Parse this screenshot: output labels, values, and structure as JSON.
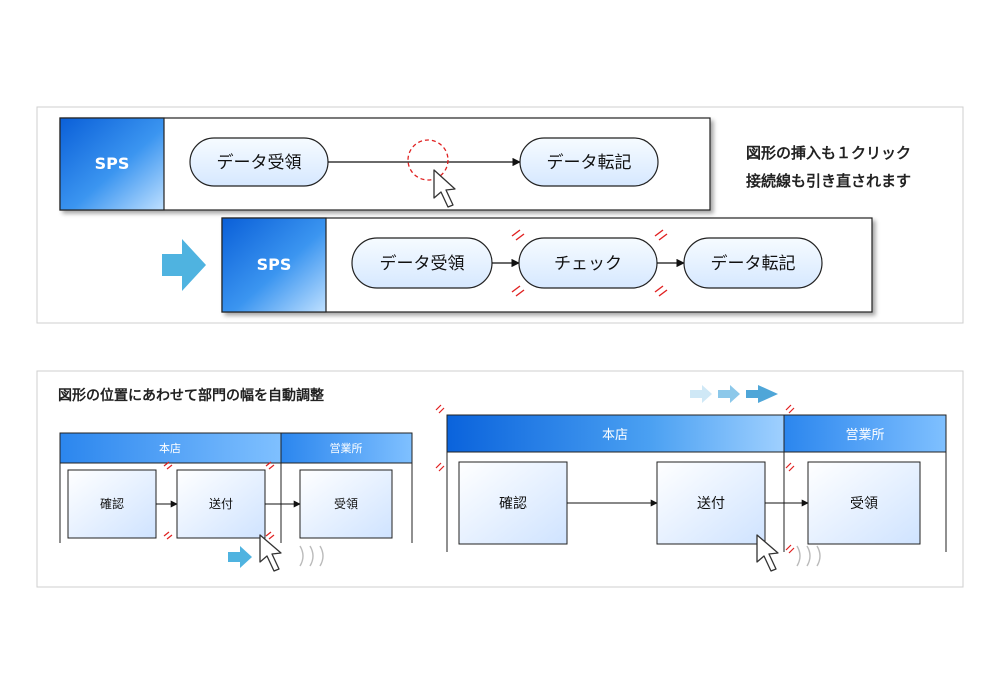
{
  "top_panel": {
    "caption_line1": "図形の挿入も１クリック",
    "caption_line2": "接続線も引き直されます",
    "before": {
      "lane_label": "SPS",
      "nodes": [
        "データ受領",
        "データ転記"
      ]
    },
    "after": {
      "lane_label": "SPS",
      "nodes": [
        "データ受領",
        "チェック",
        "データ転記"
      ]
    }
  },
  "bottom_panel": {
    "title": "図形の位置にあわせて部門の幅を自動調整",
    "before": {
      "departments": [
        "本店",
        "営業所"
      ],
      "boxes": [
        "確認",
        "送付",
        "受領"
      ]
    },
    "after": {
      "departments": [
        "本店",
        "営業所"
      ],
      "boxes": [
        "確認",
        "送付",
        "受領"
      ]
    }
  },
  "colors": {
    "accent_blue": "#1a7fe6",
    "node_fill": "#e8f2ff",
    "highlight_red": "#e02020",
    "transition_arrow": "#4fb3e0"
  }
}
